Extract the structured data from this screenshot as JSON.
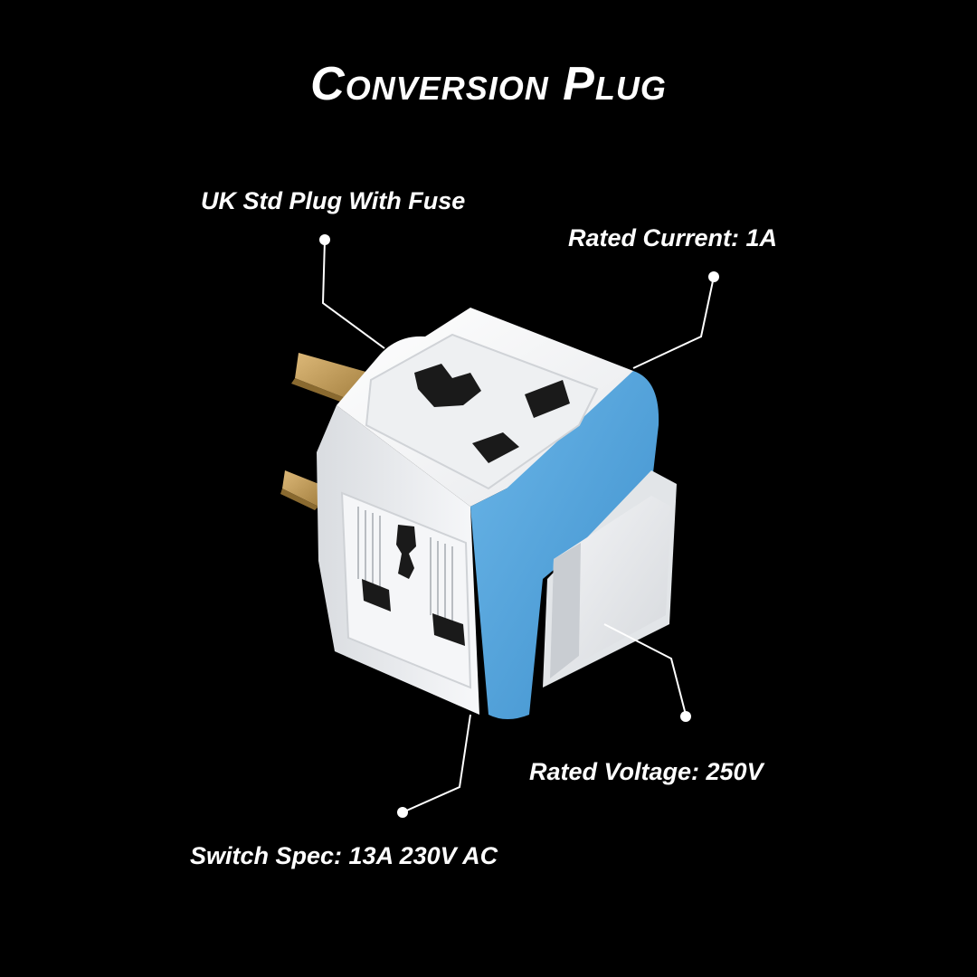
{
  "title": "Conversion Plug",
  "labels": {
    "uk_plug": "UK Std Plug With Fuse",
    "rated_current": "Rated Current: 1A",
    "rated_voltage": "Rated Voltage: 250V",
    "switch_spec": "Switch Spec: 13A 230V AC"
  },
  "colors": {
    "background": "#000000",
    "text": "#ffffff",
    "plug_body": "#f2f3f5",
    "accent_band": "#4a9fd8",
    "pins": "#c9a25a"
  }
}
